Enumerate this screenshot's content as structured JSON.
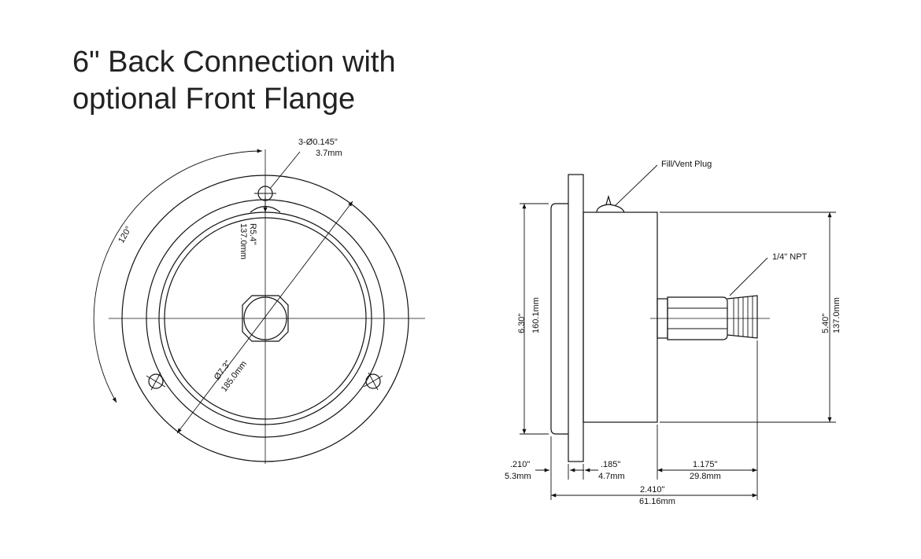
{
  "title": {
    "line1": "6\" Back Connection with",
    "line2": "optional Front Flange"
  },
  "front_view": {
    "hole_callout_line1": "3-Ø0.145\"",
    "hole_callout_line2": "3.7mm",
    "radius_line1": "R5.4\"",
    "radius_line2": "137.0mm",
    "angle": "120°",
    "diameter_line1": "Ø7.3\"",
    "diameter_line2": "185.0mm"
  },
  "side_view": {
    "fill_vent_label": "Fill/Vent Plug",
    "npt_label": "1/4\" NPT",
    "height_left_line1": "6.30\"",
    "height_left_line2": "160.1mm",
    "height_right_line1": "5.40\"",
    "height_right_line2": "137.0mm",
    "dim_a_line1": ".210\"",
    "dim_a_line2": "5.3mm",
    "dim_b_line1": ".185\"",
    "dim_b_line2": "4.7mm",
    "dim_c_line1": "1.175\"",
    "dim_c_line2": "29.8mm",
    "dim_total_line1": "2.410\"",
    "dim_total_line2": "61.16mm"
  }
}
